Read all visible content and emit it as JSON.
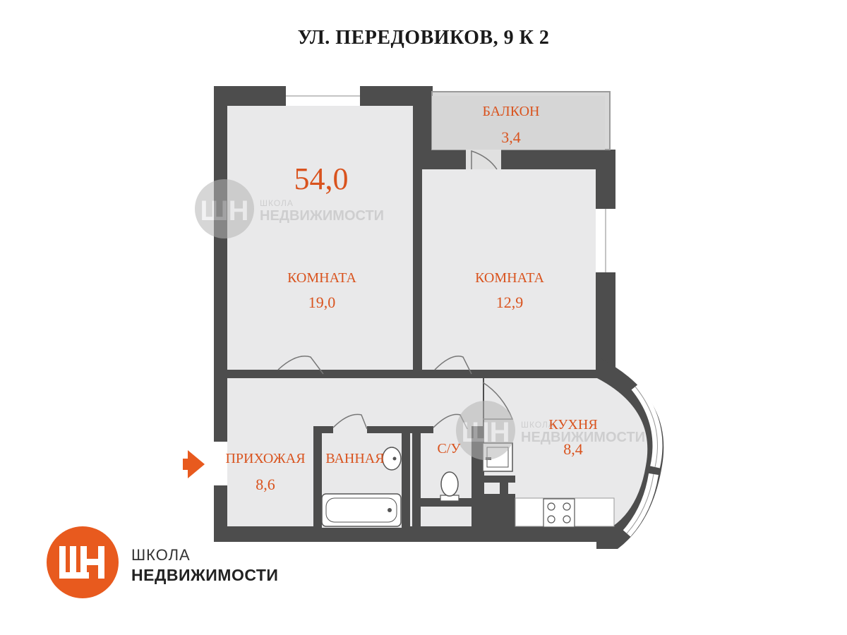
{
  "address": "УЛ. ПЕРЕДОВИКОВ, 9 К 2",
  "total_area": "54,0",
  "rooms": [
    {
      "name": "КОМНАТА",
      "area": "19,0"
    },
    {
      "name": "КОМНАТА",
      "area": "12,9"
    },
    {
      "name": "БАЛКОН",
      "area": "3,4"
    },
    {
      "name": "КУХНЯ",
      "area": "8,4"
    },
    {
      "name": "ПРИХОЖАЯ",
      "area": "8,6"
    },
    {
      "name": "ВАННАЯ",
      "area": ""
    },
    {
      "name": "С/У",
      "area": ""
    }
  ],
  "watermark": {
    "line1": "ШКОЛА",
    "line2": "НЕДВИЖИМОСТИ"
  },
  "logo": {
    "line1": "ШКОЛА",
    "line2": "НЕДВИЖИМОСТИ"
  },
  "colors": {
    "wall": "#4d4d4d",
    "floor": "#e9e9ea",
    "balcony": "#d7d7d7",
    "label": "#d9531e",
    "brand": "#e85a1e"
  },
  "icons": [
    "entrance-arrow-icon",
    "bathtub-icon",
    "sink-icon",
    "toilet-icon",
    "stove-icon",
    "kitchen-sink-icon",
    "brand-logo-icon"
  ]
}
